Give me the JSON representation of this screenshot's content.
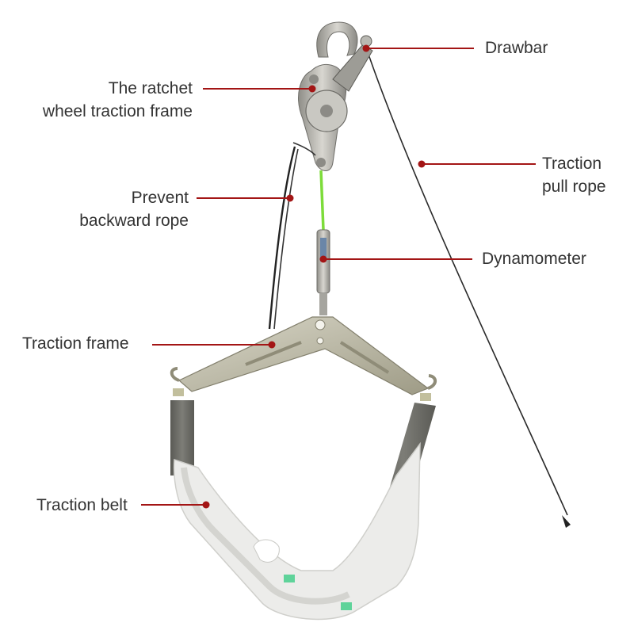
{
  "labels": {
    "drawbar": "Drawbar",
    "ratchet": [
      "The ratchet",
      "wheel traction frame"
    ],
    "traction_pull_rope": [
      "Traction",
      "pull rope"
    ],
    "prevent_backward_rope": [
      "Prevent",
      "backward rope"
    ],
    "dynamometer": "Dynamometer",
    "traction_frame": "Traction frame",
    "traction_belt": "Traction belt"
  },
  "colors": {
    "leader_line": "#a31515",
    "label_text": "#333333",
    "frame_metal": "#b7b49e",
    "strap": "#6b6b66",
    "belt": "#eeeeee",
    "rope": "#222222",
    "green_cord": "#7ddc3a"
  }
}
